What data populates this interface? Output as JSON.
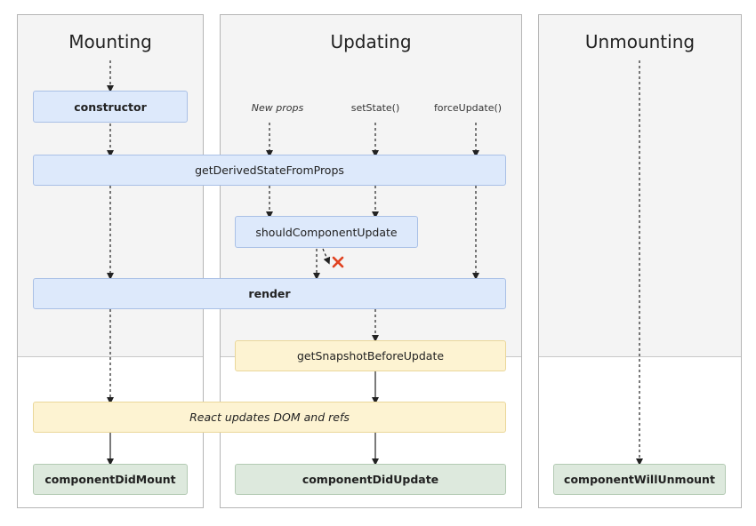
{
  "columns": {
    "mounting": "Mounting",
    "updating": "Updating",
    "unmounting": "Unmounting"
  },
  "triggers": {
    "new_props": "New props",
    "set_state": "setState()",
    "force_update": "forceUpdate()"
  },
  "nodes": {
    "constructor": "constructor",
    "get_derived_state": "getDerivedStateFromProps",
    "should_update": "shouldComponentUpdate",
    "render": "render",
    "get_snapshot": "getSnapshotBeforeUpdate",
    "dom_updates": "React updates DOM and refs",
    "did_mount": "componentDidMount",
    "did_update": "componentDidUpdate",
    "will_unmount": "componentWillUnmount"
  },
  "colors": {
    "render_phase_box": "#dde9fb",
    "pre_commit_box": "#fdf3d2",
    "commit_box": "#dde9dd",
    "cancel_mark": "#e0411f"
  }
}
